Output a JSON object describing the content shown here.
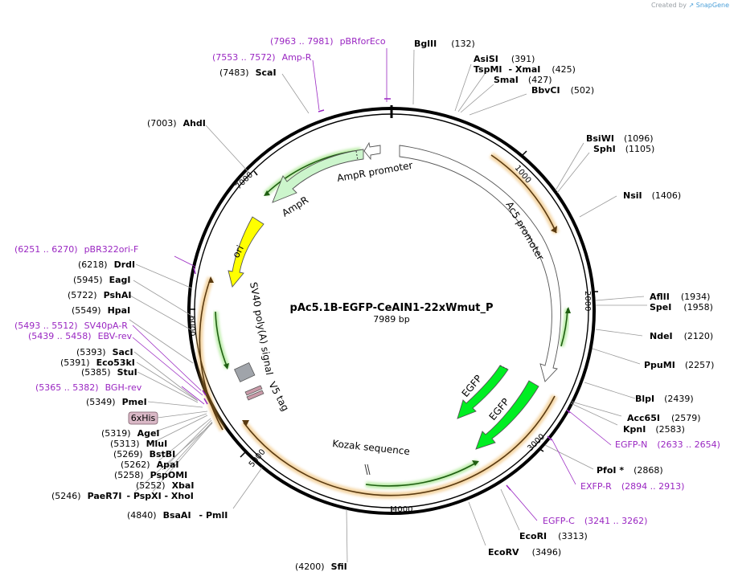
{
  "watermark": {
    "created_by": "Created by",
    "brand": "SnapGene"
  },
  "plasmid": {
    "name": "pAc5.1B-EGFP-CeAIN1-22xWmut_P",
    "length": "7989 bp"
  },
  "ticks": [
    "1000",
    "2000",
    "3000",
    "4000",
    "5000",
    "6000",
    "7000"
  ],
  "features": [
    {
      "label": "AmpR promoter"
    },
    {
      "label": "AmpR"
    },
    {
      "label": "ori"
    },
    {
      "label": "SV40 poly(A) signal"
    },
    {
      "label": "V5 tag"
    },
    {
      "label": "Ac5 promoter"
    },
    {
      "label": "EGFP"
    },
    {
      "label": "EGFP"
    },
    {
      "label": "Kozak sequence"
    },
    {
      "label": "6xHis"
    }
  ],
  "sites": [
    {
      "name": "BglII",
      "pos": "(132)"
    },
    {
      "name": "AsiSI",
      "pos": "(391)"
    },
    {
      "name": "TspMI",
      "extra": "- XmaI",
      "pos": "(425)"
    },
    {
      "name": "SmaI",
      "pos": "(427)"
    },
    {
      "name": "BbvCI",
      "pos": "(502)"
    },
    {
      "name": "BsiWI",
      "pos": "(1096)"
    },
    {
      "name": "SphI",
      "pos": "(1105)"
    },
    {
      "name": "NsiI",
      "pos": "(1406)"
    },
    {
      "name": "AflII",
      "pos": "(1934)"
    },
    {
      "name": "SpeI",
      "pos": "(1958)"
    },
    {
      "name": "NdeI",
      "pos": "(2120)"
    },
    {
      "name": "PpuMI",
      "pos": "(2257)"
    },
    {
      "name": "BlpI",
      "pos": "(2439)"
    },
    {
      "name": "Acc65I",
      "pos": "(2579)"
    },
    {
      "name": "KpnI",
      "pos": "(2583)"
    },
    {
      "name": "PfoI *",
      "pos": "(2868)"
    },
    {
      "name": "EcoRI",
      "pos": "(3313)"
    },
    {
      "name": "EcoRV",
      "pos": "(3496)"
    },
    {
      "name": "SfiI",
      "pos": "(4200)"
    },
    {
      "name": "BsaAI",
      "extra": "- PmlI",
      "pos": "(4840)"
    },
    {
      "name": "PaeR7I",
      "extra": "- PspXI - XhoI",
      "pos": "(5246)"
    },
    {
      "name": "XbaI",
      "pos": "(5252)"
    },
    {
      "name": "PspOMI",
      "pos": "(5258)"
    },
    {
      "name": "ApaI",
      "pos": "(5262)"
    },
    {
      "name": "BstBI",
      "pos": "(5269)"
    },
    {
      "name": "MluI",
      "pos": "(5313)"
    },
    {
      "name": "AgeI",
      "pos": "(5319)"
    },
    {
      "name": "PmeI",
      "pos": "(5349)"
    },
    {
      "name": "StuI",
      "pos": "(5385)"
    },
    {
      "name": "Eco53kI",
      "pos": "(5391)"
    },
    {
      "name": "SacI",
      "pos": "(5393)"
    },
    {
      "name": "HpaI",
      "pos": "(5549)"
    },
    {
      "name": "PshAI",
      "pos": "(5722)"
    },
    {
      "name": "EagI",
      "pos": "(5945)"
    },
    {
      "name": "DrdI",
      "pos": "(6218)"
    },
    {
      "name": "AhdI",
      "pos": "(7003)"
    },
    {
      "name": "ScaI",
      "pos": "(7483)"
    }
  ],
  "primers": [
    {
      "name": "pBRforEco",
      "range": "(7963 .. 7981)"
    },
    {
      "name": "Amp-R",
      "range": "(7553 .. 7572)"
    },
    {
      "name": "pBR322ori-F",
      "range": "(6251 .. 6270)"
    },
    {
      "name": "SV40pA-R",
      "range": "(5493 .. 5512)"
    },
    {
      "name": "EBV-rev",
      "range": "(5439 .. 5458)"
    },
    {
      "name": "BGH-rev",
      "range": "(5365 .. 5382)"
    },
    {
      "name": "EGFP-N",
      "range": "(2633 .. 2654)"
    },
    {
      "name": "EXFP-R",
      "range": "(2894 .. 2913)"
    },
    {
      "name": "EGFP-C",
      "range": "(3241 .. 3262)"
    }
  ],
  "colors": {
    "backbone": "#000000",
    "amp_feature": "#ccf5cc",
    "ori_feature": "#ffff00",
    "egfp_feature": "#00ee22",
    "promoter_feature": "#ffffff",
    "polya_feature": "#a0a4aa",
    "v5_feature": "#c99aa8",
    "his_tag": "#d9b8c6",
    "orf_arrow": "#e8a53a",
    "primer": "#9a27c2",
    "site_line": "#9a9a9a"
  }
}
